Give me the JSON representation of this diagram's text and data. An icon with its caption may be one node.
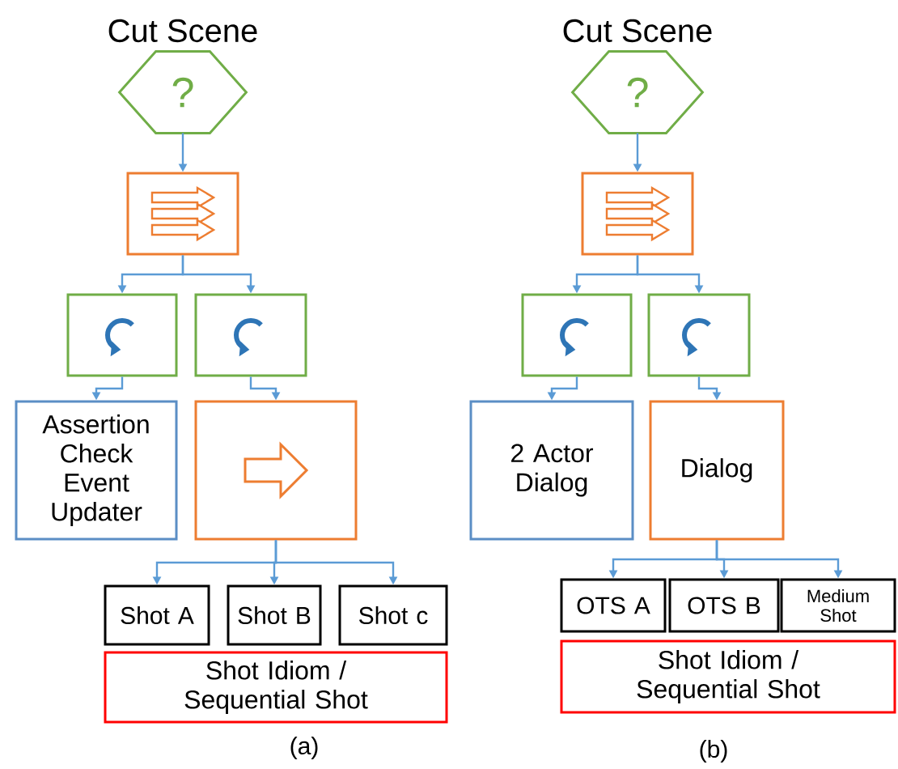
{
  "diagram": {
    "nodes": [
      {
        "text": [
          "Cut Scene",
          "?"
        ]
      },
      {
        "text": [],
        "shape": "box"
      },
      {
        "text": [],
        "shape": "box"
      },
      {
        "text": [],
        "shape": "box"
      },
      {
        "text": [
          "Assertion Check Event Updater"
        ]
      },
      {
        "text": [],
        "shape": "box"
      },
      {
        "text": [
          "Shot A"
        ]
      },
      {
        "text": [
          "Shot B"
        ]
      },
      {
        "text": [
          "Shot c"
        ]
      },
      {
        "text": [
          "Shot Idiom / Sequential Shot"
        ]
      },
      {
        "text": [
          "Cut Scene",
          "?"
        ]
      },
      {
        "text": [],
        "shape": "box"
      },
      {
        "text": [],
        "shape": "box"
      },
      {
        "text": [],
        "shape": "box"
      },
      {
        "text": [
          "2 Actor Dialog"
        ]
      },
      {
        "text": [
          "Dialog"
        ]
      },
      {
        "text": [
          "OTS A"
        ]
      },
      {
        "text": [
          "OTS B"
        ]
      },
      {
        "text": [
          "Medium Shot"
        ]
      },
      {
        "text": [
          "Shot Idiom / Sequential Shot"
        ]
      }
    ],
    "edges": [
      {
        "from": 0,
        "to": 1,
        "arrow": "to"
      },
      {
        "from": 1,
        "to": 2,
        "arrow": "to"
      },
      {
        "from": 1,
        "to": 3,
        "arrow": "to"
      },
      {
        "from": 2,
        "to": 4,
        "arrow": "to"
      },
      {
        "from": 3,
        "to": 5,
        "arrow": "to"
      },
      {
        "from": 5,
        "to": 6,
        "arrow": "to"
      },
      {
        "from": 5,
        "to": 7,
        "arrow": "to"
      },
      {
        "from": 5,
        "to": 8,
        "arrow": "to"
      },
      {
        "from": 10,
        "to": 11,
        "arrow": "to"
      },
      {
        "from": 11,
        "to": 12,
        "arrow": "to"
      },
      {
        "from": 11,
        "to": 13,
        "arrow": "to"
      },
      {
        "from": 12,
        "to": 14,
        "arrow": "to"
      },
      {
        "from": 13,
        "to": 15,
        "arrow": "to"
      },
      {
        "from": 15,
        "to": 16,
        "arrow": "to"
      },
      {
        "from": 15,
        "to": 17,
        "arrow": "to"
      },
      {
        "from": 15,
        "to": 18,
        "arrow": "to"
      }
    ],
    "labels": [
      "(a)",
      "(b)"
    ]
  }
}
